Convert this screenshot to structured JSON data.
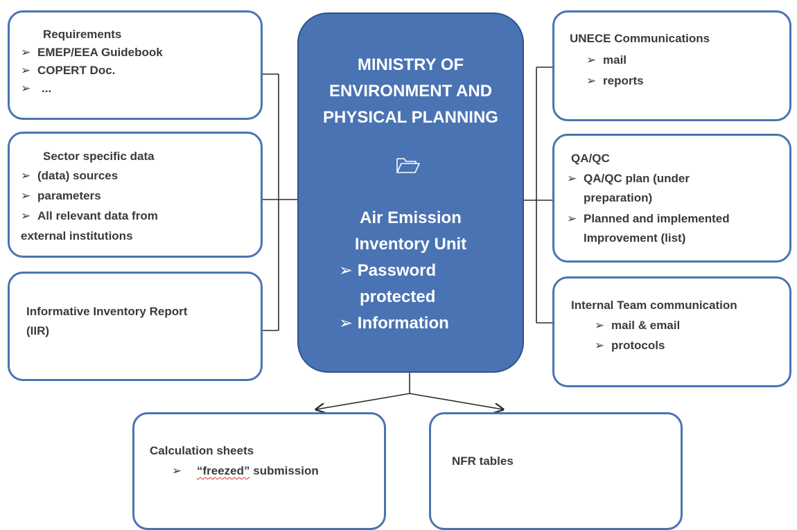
{
  "central": {
    "title_lines": [
      "MINISTRY OF",
      "ENVIRONMENT AND",
      "PHYSICAL PLANNING"
    ],
    "icon": "folder-open-icon",
    "unit_lines": [
      "Air Emission",
      "Inventory Unit"
    ],
    "bullets": [
      "Password",
      "protected",
      "Information"
    ],
    "fill_color": "#4a73b3"
  },
  "requirements": {
    "title": "Requirements",
    "items": [
      "EMEP/EEA Guidebook",
      "COPERT Doc.",
      "..."
    ]
  },
  "sector": {
    "title": "Sector specific data",
    "items": [
      "(data) sources",
      "parameters",
      "All relevant data from",
      "external institutions"
    ]
  },
  "iir": {
    "lines": [
      "Informative Inventory Report",
      "(IIR)"
    ]
  },
  "unece": {
    "title": "UNECE Communications",
    "items": [
      "mail",
      "reports"
    ]
  },
  "qaqc": {
    "title": "QA/QC",
    "items": [
      "QA/QC plan (under",
      "preparation)",
      "Planned and implemented",
      "Improvement (list)"
    ]
  },
  "internal": {
    "title": "Internal Team communication",
    "items": [
      "mail & email",
      "protocols"
    ]
  },
  "calc": {
    "title": "Calculation sheets",
    "quote_word": "“freezed”",
    "rest": " submission"
  },
  "nfr": {
    "title": "NFR tables"
  },
  "bullet_glyph": "➢",
  "colors": {
    "border": "#4a73b3",
    "connector": "#2b2b2b",
    "text": "#3a3a3a"
  }
}
